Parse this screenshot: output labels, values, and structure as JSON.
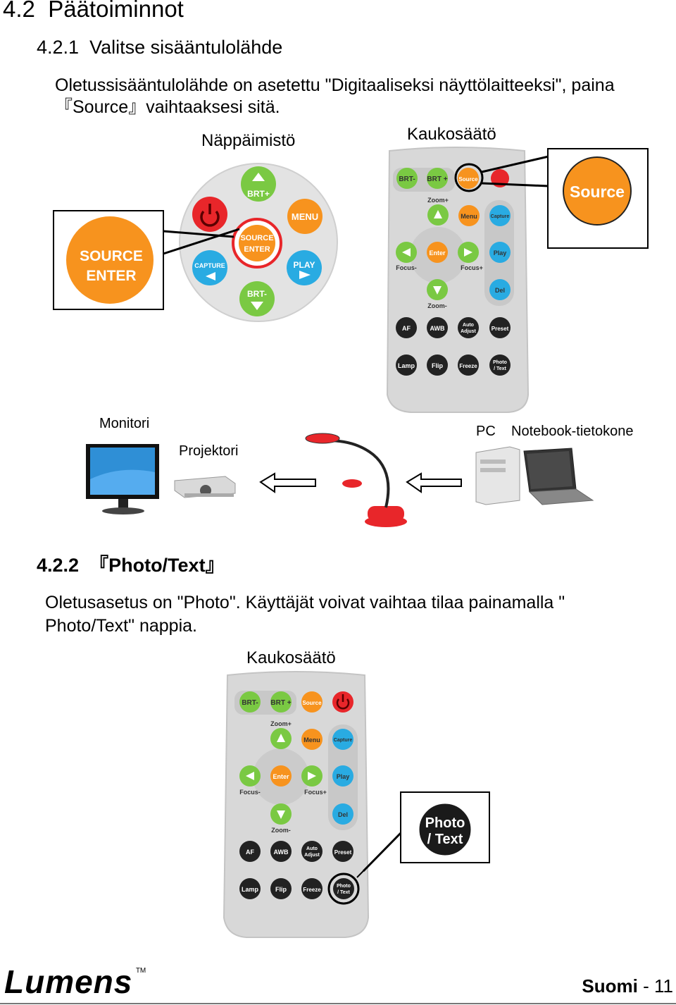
{
  "section": {
    "number": "4.2",
    "title": "Päätoiminnot"
  },
  "subsection1": {
    "number": "4.2.1",
    "title": "Valitse sisääntulolähde",
    "paragraph_line1": "Oletussisääntulolähde on asetettu \"Digitaaliseksi näyttölaitteeksi\", paina",
    "paragraph_line2": "『Source』vaihtaaksesi sitä."
  },
  "labels": {
    "keyboard": "Näppäimistö",
    "remote": "Kaukosäätö",
    "monitor": "Monitori",
    "projector": "Projektori",
    "pc": "PC",
    "notebook": "Notebook-tietokone"
  },
  "keypad": {
    "buttons": {
      "brt_plus": "BRT+",
      "brt_minus": "BRT-",
      "menu": "MENU",
      "capture": "CAPTURE",
      "play": "PLAY",
      "source_line1": "SOURCE",
      "source_line2": "ENTER"
    },
    "zoom": {
      "line1": "SOURCE",
      "line2": "ENTER"
    }
  },
  "remote": {
    "brt_minus": "BRT-",
    "brt_plus": "BRT +",
    "source": "Source",
    "zoom_plus": "Zoom+",
    "zoom_minus": "Zoom-",
    "menu": "Menu",
    "capture": "Capture",
    "enter": "Enter",
    "play": "Play",
    "del": "Del",
    "focus_minus": "Focus-",
    "focus_plus": "Focus+",
    "af": "AF",
    "awb": "AWB",
    "auto_adjust_1": "Auto",
    "auto_adjust_2": "Adjust",
    "preset": "Preset",
    "lamp": "Lamp",
    "flip": "Flip",
    "freeze": "Freeze",
    "photo_text_1": "Photo",
    "photo_text_2": "/ Text"
  },
  "zoom_source": "Source",
  "zoom_photo": {
    "line1": "Photo",
    "line2": "/ Text"
  },
  "subsection2": {
    "number": "4.2.2",
    "title": "『Photo/Text』",
    "paragraph_line1": "Oletusasetus on \"Photo\". Käyttäjät voivat vaihtaa tilaa painamalla \"",
    "paragraph_line2": "Photo/Text\" nappia."
  },
  "footer": {
    "brand": "Lumens",
    "tm": "TM",
    "language": "Suomi",
    "separator": "-",
    "page": "11"
  },
  "colors": {
    "green": "#7ac943",
    "orange": "#f7931e",
    "blue": "#29abe2",
    "red": "#e8262a",
    "dark": "#222222",
    "panel": "#dcdcdc"
  }
}
